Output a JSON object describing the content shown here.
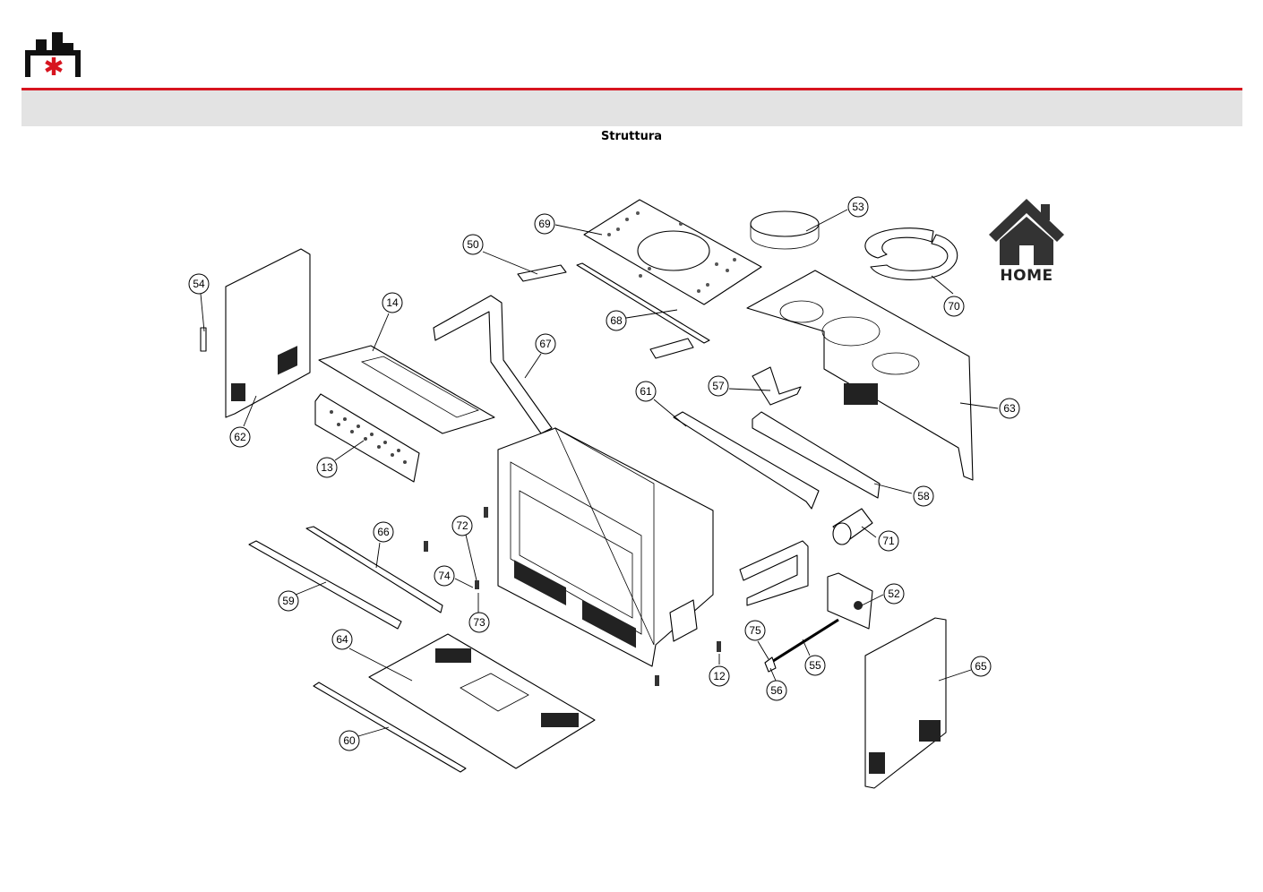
{
  "header": {
    "title": "Struttura",
    "home_label": "HOME",
    "brand_color": "#d7141f",
    "band_color": "#e3e3e3"
  },
  "callouts": [
    {
      "id": "c53",
      "label": "53"
    },
    {
      "id": "c69",
      "label": "69"
    },
    {
      "id": "c50",
      "label": "50"
    },
    {
      "id": "c70",
      "label": "70"
    },
    {
      "id": "c54",
      "label": "54"
    },
    {
      "id": "c14",
      "label": "14"
    },
    {
      "id": "c68",
      "label": "68"
    },
    {
      "id": "c67",
      "label": "67"
    },
    {
      "id": "c57",
      "label": "57"
    },
    {
      "id": "c61",
      "label": "61"
    },
    {
      "id": "c63",
      "label": "63"
    },
    {
      "id": "c62",
      "label": "62"
    },
    {
      "id": "c13",
      "label": "13"
    },
    {
      "id": "c58",
      "label": "58"
    },
    {
      "id": "c72",
      "label": "72"
    },
    {
      "id": "c66",
      "label": "66"
    },
    {
      "id": "c71",
      "label": "71"
    },
    {
      "id": "c74",
      "label": "74"
    },
    {
      "id": "c59",
      "label": "59"
    },
    {
      "id": "c52",
      "label": "52"
    },
    {
      "id": "c73",
      "label": "73"
    },
    {
      "id": "c64",
      "label": "64"
    },
    {
      "id": "c75",
      "label": "75"
    },
    {
      "id": "c65",
      "label": "65"
    },
    {
      "id": "c55",
      "label": "55"
    },
    {
      "id": "c12",
      "label": "12"
    },
    {
      "id": "c56",
      "label": "56"
    },
    {
      "id": "c60",
      "label": "60"
    }
  ]
}
